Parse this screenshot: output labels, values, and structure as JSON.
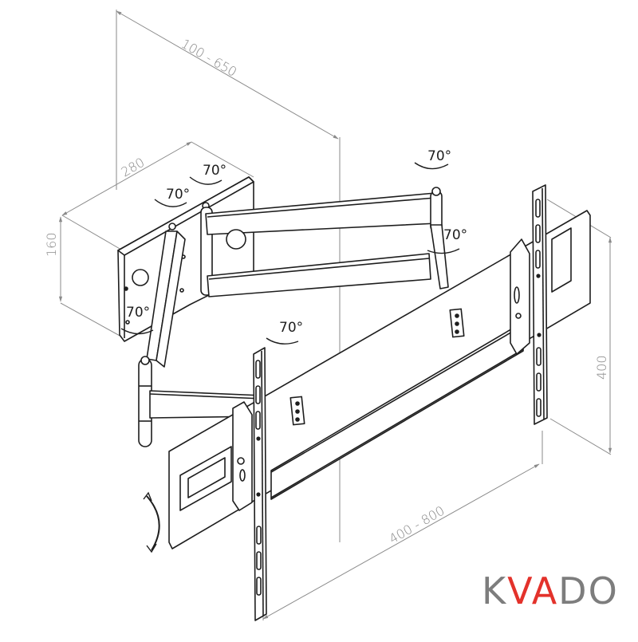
{
  "diagram": {
    "subject": "Full-motion TV wall mount, articulating double arm",
    "colors": {
      "line": "#1e1e1e",
      "dimension": "#8a8a8a",
      "background": "#ffffff"
    },
    "dimensions": {
      "wall_distance": "100 - 650",
      "wall_plate_width": "280",
      "wall_plate_height": "160",
      "vesa_height": "400",
      "vesa_width": "400 - 800"
    },
    "rotations": [
      {
        "id": "wall-upper",
        "label": "70°"
      },
      {
        "id": "wall-middle",
        "label": "70°"
      },
      {
        "id": "wall-lower",
        "label": "70°"
      },
      {
        "id": "elbow-upper",
        "label": "70°"
      },
      {
        "id": "elbow-lower",
        "label": "70°"
      },
      {
        "id": "head-swivel",
        "label": "70°"
      }
    ],
    "tilt_arrow": "tilt-icon"
  },
  "brand": {
    "logo_parts": [
      {
        "text": "K",
        "color": "#7d7d7d"
      },
      {
        "text": "VA",
        "color": "#e3322b"
      },
      {
        "text": "DO",
        "color": "#7d7d7d"
      }
    ]
  }
}
